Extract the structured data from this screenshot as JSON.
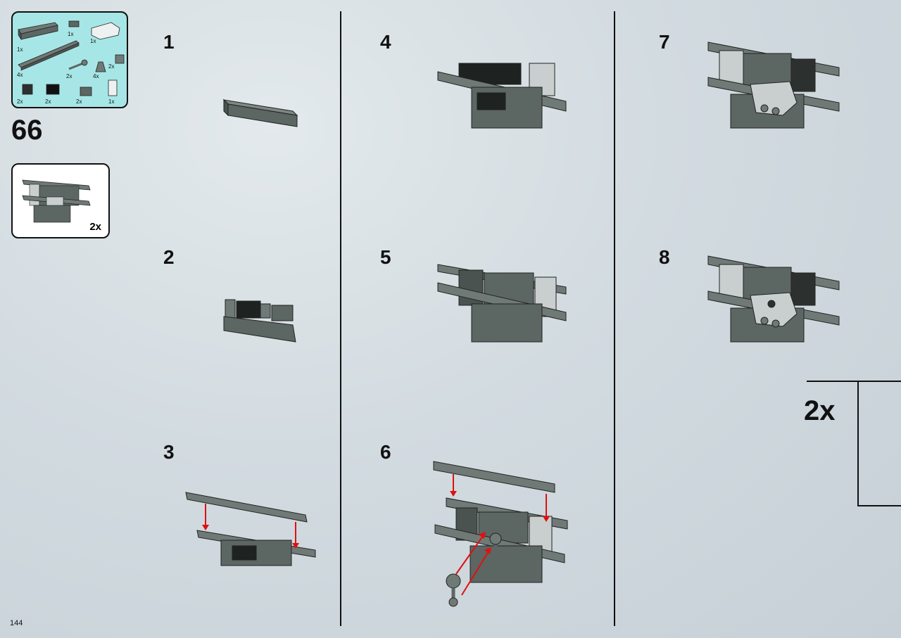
{
  "page": {
    "page_number": "144",
    "sequence_number": "66",
    "submodel_count": "2x",
    "final_multiplier": "2x"
  },
  "parts": [
    {
      "qty": "1x"
    },
    {
      "qty": "1x"
    },
    {
      "qty": "1x"
    },
    {
      "qty": "4x"
    },
    {
      "qty": "2x"
    },
    {
      "qty": "4x"
    },
    {
      "qty": "2x"
    },
    {
      "qty": "2x"
    },
    {
      "qty": "2x"
    },
    {
      "qty": "2x"
    },
    {
      "qty": "1x"
    }
  ],
  "steps": [
    "1",
    "2",
    "3",
    "4",
    "5",
    "6",
    "7",
    "8"
  ],
  "colors": {
    "background": "#d2dbe0",
    "parts_panel": "#a7e6e6",
    "brick_dark_gray": "#5c6662",
    "brick_light": "#c9cfcf",
    "arrow_red": "#e01010"
  }
}
